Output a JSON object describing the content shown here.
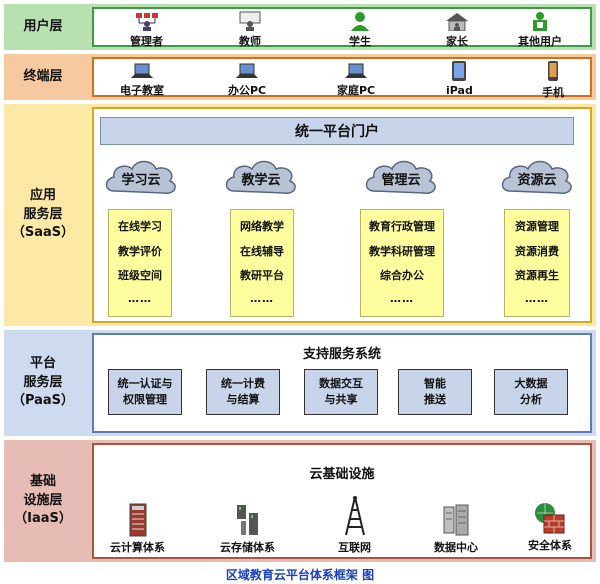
{
  "layers": {
    "user": {
      "label": "用户层",
      "items": [
        "管理者",
        "教师",
        "学生",
        "家长",
        "其他用户"
      ]
    },
    "terminal": {
      "label": "终端层",
      "items": [
        "电子教室",
        "办公PC",
        "家庭PC",
        "iPad",
        "手机"
      ]
    },
    "saas": {
      "label": "应用\n服务层\n（SaaS）",
      "portal": "统一平台门户",
      "clouds": [
        {
          "name": "学习云",
          "items": [
            "在线学习",
            "教学评价",
            "班级空间",
            "……"
          ]
        },
        {
          "name": "教学云",
          "items": [
            "网络教学",
            "在线辅导",
            "教研平台",
            "……"
          ]
        },
        {
          "name": "管理云",
          "items": [
            "教育行政管理",
            "教学科研管理",
            "综合办公",
            "……"
          ]
        },
        {
          "name": "资源云",
          "items": [
            "资源管理",
            "资源消费",
            "资源再生",
            "……"
          ]
        }
      ]
    },
    "paas": {
      "label": "平台\n服务层\n（PaaS）",
      "title": "支持服务系统",
      "boxes": [
        "统一认证与\n权限管理",
        "统一计费\n与结算",
        "数据交互\n与共享",
        "智能\n推送",
        "大数据\n分析"
      ]
    },
    "iaas": {
      "label": "基础\n设施层\n（IaaS）",
      "title": "云基础设施",
      "items": [
        "云计算体系",
        "云存储体系",
        "互联网",
        "数据中心",
        "安全体系"
      ]
    }
  },
  "caption": "区域教育云平台体系框架 图",
  "colors": {
    "user_bg": "#b8e0b0",
    "user_border": "#3f9a46",
    "terminal_bg": "#f6c99e",
    "terminal_border": "#d0701f",
    "saas_bg": "#fde9a5",
    "saas_border": "#d9a820",
    "paas_bg": "#cddaf0",
    "paas_border": "#5d7db3",
    "iaas_bg": "#e6bcb4",
    "iaas_border": "#a8553f",
    "caption": "#1a3fbf"
  }
}
